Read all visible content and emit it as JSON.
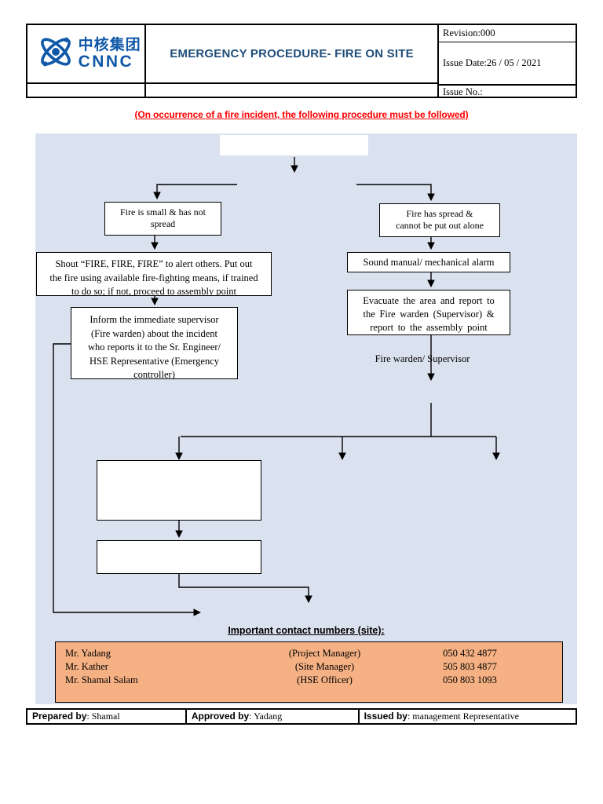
{
  "header": {
    "logo": {
      "chinese": "中核集团",
      "latin": "CNNC"
    },
    "title": "EMERGENCY PROCEDURE- FIRE ON SITE",
    "revision": "Revision:000",
    "issue_date": "Issue Date:26 / 05 / 2021",
    "issue_no": "Issue No.:"
  },
  "notice": "(On occurrence of a fire incident, the following procedure must be followed)",
  "flowchart": {
    "left_branch": {
      "fire_small": "Fire is small & has not\nspread",
      "shout": "Shout “FIRE, FIRE, FIRE” to alert others. Put out\nthe fire using available fire-fighting means, if trained\nto do so; if not, proceed to assembly point",
      "inform": "Inform the immediate supervisor\n(Fire warden) about the incident\nwho reports it to the Sr. Engineer/\nHSE Representative (Emergency\ncontroller)"
    },
    "right_branch": {
      "fire_spread": "Fire has spread &\ncannot be put out alone",
      "sound_alarm": "Sound manual/ mechanical alarm",
      "evacuate": "Evacuate the area and report to\nthe Fire warden (Supervisor) &\nreport to the assembly point",
      "warden_label": "Fire warden/ Supervisor"
    }
  },
  "contacts": {
    "heading": "Important contact numbers (site):",
    "rows": [
      {
        "name": "Mr. Yadang",
        "role": "(Project Manager)",
        "phone": "050 432 4877"
      },
      {
        "name": "Mr. Kather",
        "role": "(Site Manager)",
        "phone": "505 803 4877"
      },
      {
        "name": "Mr. Shamal Salam",
        "role": "(HSE Officer)",
        "phone": "050 803 1093"
      }
    ]
  },
  "footer": {
    "prepared_label": "Prepared by",
    "prepared_value": ": Shamal",
    "approved_label": "Approved by",
    "approved_value": ": Yadang",
    "issued_label": "Issued by",
    "issued_value": ": management Representative"
  },
  "colors": {
    "logo_blue": "#1058a8",
    "title_navy": "#1f4e79",
    "notice_red": "#fe0000",
    "flow_background": "#dbe2ef",
    "contacts_orange": "#f5b183"
  }
}
